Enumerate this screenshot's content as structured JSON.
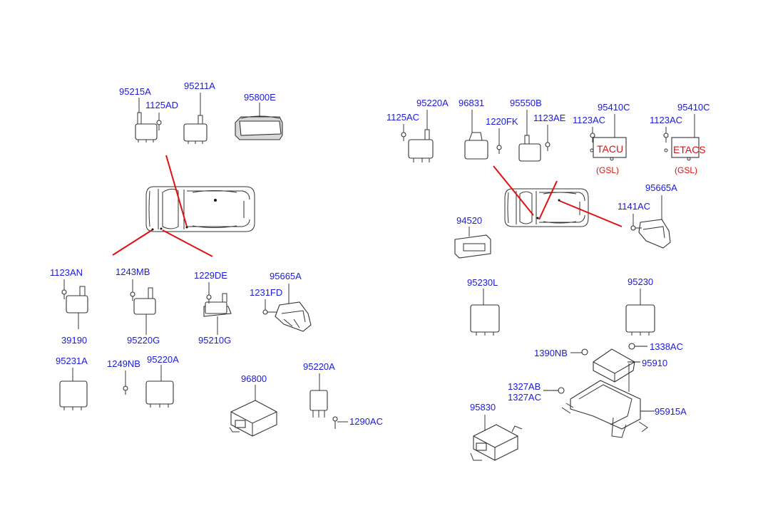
{
  "labels": {
    "p95215A": "95215A",
    "p1125AD": "1125AD",
    "p95211A": "95211A",
    "p95800E": "95800E",
    "p1123AN": "1123AN",
    "p39190": "39190",
    "p1243MB": "1243MB",
    "p95220G": "95220G",
    "p1229DE": "1229DE",
    "p95210G": "95210G",
    "p95665A_left": "95665A",
    "p1231FD": "1231FD",
    "p95231A": "95231A",
    "p1249NB": "1249NB",
    "p95220A_left": "95220A",
    "p96800": "96800",
    "p95220A_mid": "95220A",
    "p1290AC": "1290AC",
    "p1125AC": "1125AC",
    "p95220A_right": "95220A",
    "p96831": "96831",
    "p1220FK": "1220FK",
    "p95550B": "95550B",
    "p1123AE": "1123AE",
    "p1123AC_a": "1123AC",
    "p95410C_a": "95410C",
    "p1123AC_b": "1123AC",
    "p95410C_b": "95410C",
    "p95665A_right": "95665A",
    "p1141AC": "1141AC",
    "p94520": "94520",
    "p95230L": "95230L",
    "p95230": "95230",
    "p1390NB": "1390NB",
    "p1338AC": "1338AC",
    "p95910": "95910",
    "p1327AB": "1327AB",
    "p1327AC": "1327AC",
    "p95915A": "95915A",
    "p95830": "95830"
  },
  "annotations": {
    "tacu": "TACU",
    "tacu_gsl": "(GSL)",
    "etacs": "ETACS",
    "etacs_gsl": "(GSL)"
  },
  "colors": {
    "label_blue": "#1a1adb",
    "pointer_red": "#e01010",
    "line": "#333333"
  }
}
